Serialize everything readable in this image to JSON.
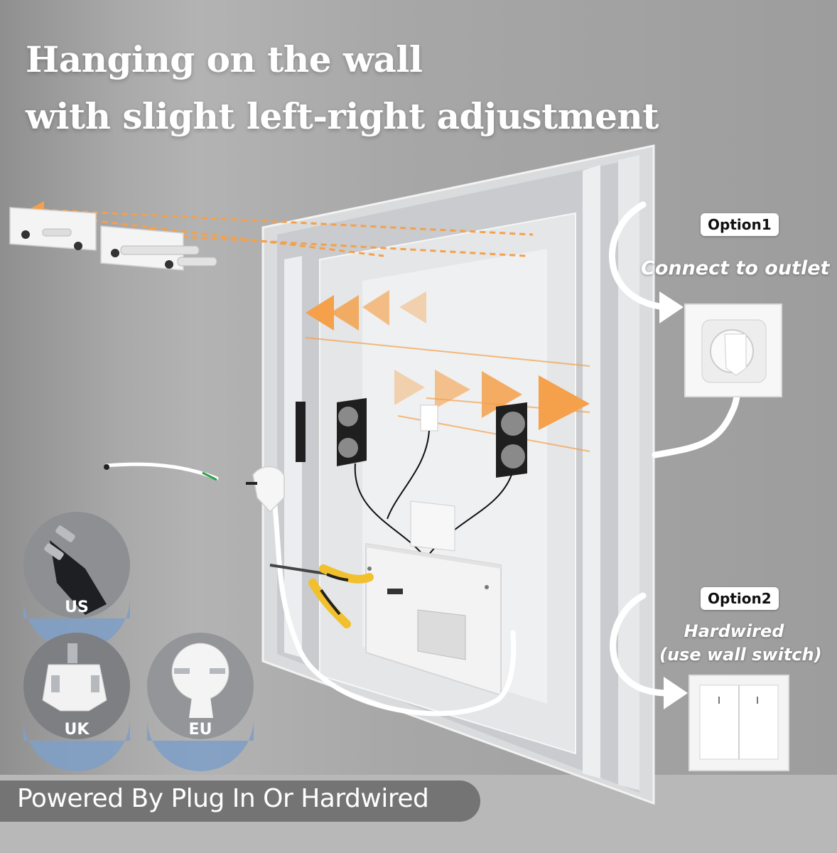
{
  "headline": {
    "line1": "Hanging on the wall",
    "line2": "with slight left-right adjustment"
  },
  "option1": {
    "badge": "Option1",
    "text": "Connect to outlet"
  },
  "option2": {
    "badge": "Option2",
    "text_line1": "Hardwired",
    "text_line2": "(use wall switch)"
  },
  "plugs": [
    {
      "label": "US"
    },
    {
      "label": "UK"
    },
    {
      "label": "EU"
    }
  ],
  "footer": {
    "text": "Powered By Plug In Or Hardwired"
  },
  "colors": {
    "arrow": "#f5a04a",
    "headline": "#ffffff",
    "footer_bg": "#6e6e6e"
  }
}
